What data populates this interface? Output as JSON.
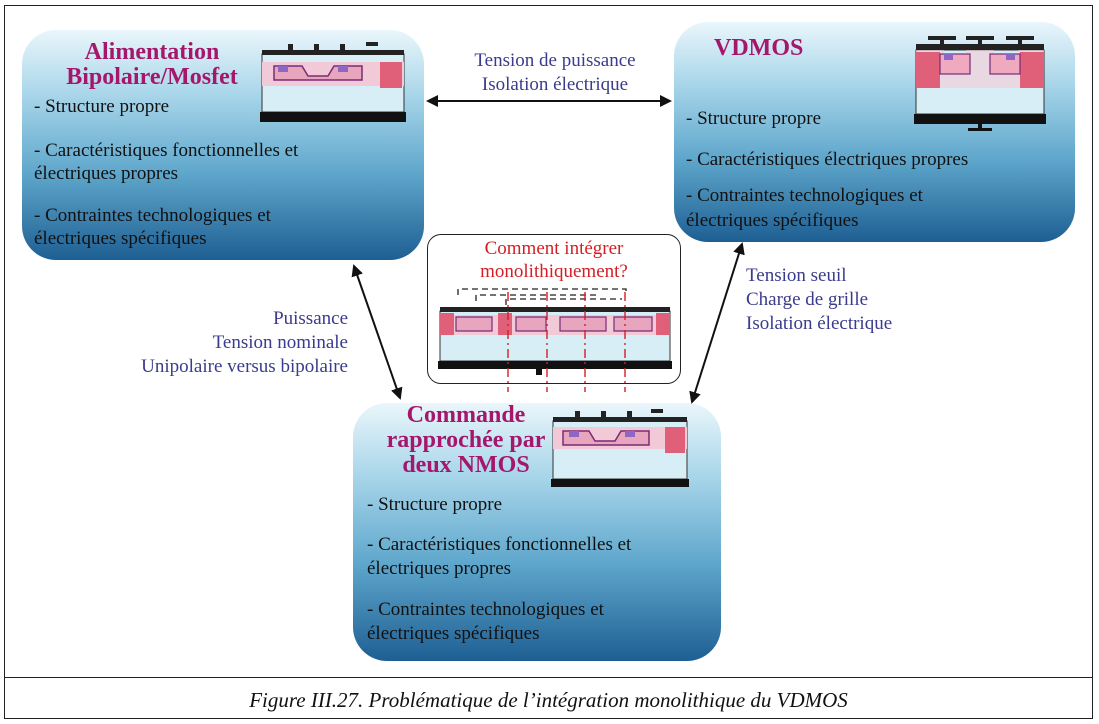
{
  "boxes": {
    "alimentation": {
      "title_line1": "Alimentation",
      "title_line2": "Bipolaire/Mosfet",
      "items": [
        "- Structure propre",
        "- Caractéristiques fonctionnelles et",
        "électriques propres",
        "- Contraintes technologiques et",
        "électriques spécifiques"
      ]
    },
    "vdmos": {
      "title": "VDMOS",
      "items": [
        "- Structure propre",
        "- Caractéristiques électriques propres",
        "- Contraintes technologiques et",
        "électriques spécifiques"
      ]
    },
    "commande": {
      "title_line1": "Commande",
      "title_line2": "rapprochée par",
      "title_line3": "deux NMOS",
      "items": [
        "- Structure propre",
        "- Caractéristiques fonctionnelles et",
        "électriques propres",
        "- Contraintes technologiques et",
        "électriques spécifiques"
      ]
    }
  },
  "links": {
    "top": [
      "Tension de puissance",
      "Isolation électrique"
    ],
    "left": [
      "Puissance",
      "Tension nominale",
      "Unipolaire versus bipolaire"
    ],
    "right": [
      "Tension seuil",
      "Charge de grille",
      "Isolation électrique"
    ]
  },
  "center": {
    "question_line1": "Comment intégrer",
    "question_line2": "monolithiquement?"
  },
  "caption": "Figure III.27. Problématique de l’intégration monolithique du VDMOS",
  "colors": {
    "title": "#a4176b",
    "link_text": "#3a3b8c",
    "question": "#d41e25",
    "box_top": "#eaf6fb",
    "box_bottom": "#1e5f93"
  }
}
